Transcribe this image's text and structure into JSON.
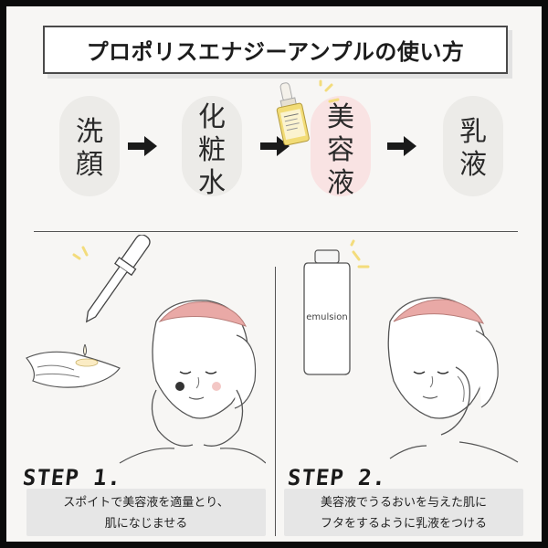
{
  "title": "プロポリスエナジーアンプルの使い方",
  "flow": {
    "steps": [
      {
        "label": "洗顔",
        "chars": [
          "洗",
          "顔"
        ]
      },
      {
        "label": "化粧水",
        "chars": [
          "化",
          "粧",
          "水"
        ]
      },
      {
        "label": "美容液",
        "chars": [
          "美",
          "容",
          "液"
        ],
        "highlight": true
      },
      {
        "label": "乳液",
        "chars": [
          "乳",
          "液"
        ]
      }
    ],
    "highlight_color": "#f9e3e3",
    "pill_color": "#ecebe8"
  },
  "bottle_label": "emulsion",
  "step1": {
    "label": "STEP 1.",
    "line1": "スポイトで美容液を適量とり、",
    "line2": "肌になじませる"
  },
  "step2": {
    "label": "STEP 2.",
    "line1": "美容液でうるおいを与えた肌に",
    "line2": "フタをするように乳液をつける"
  },
  "colors": {
    "headband": "#e9a9a6",
    "accent_yellow": "#f3dc7c",
    "ampoule": "#f2dc76"
  }
}
